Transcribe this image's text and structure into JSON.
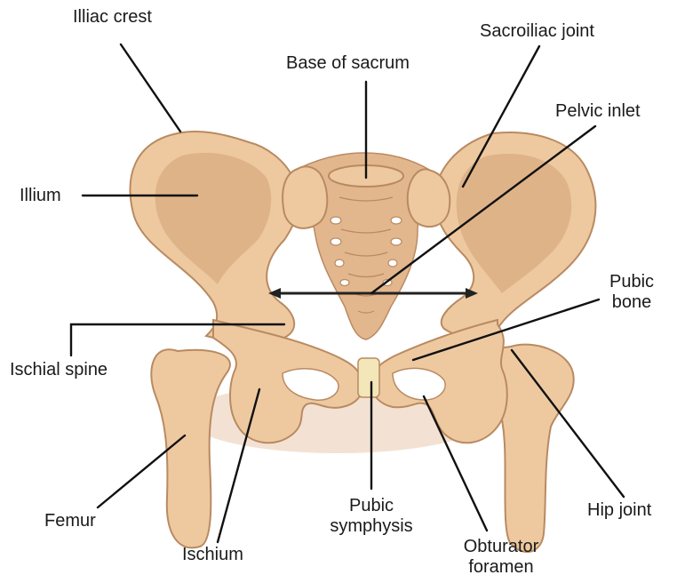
{
  "labels": {
    "illiac_crest": "Illiac crest",
    "base_of_sacrum": "Base of sacrum",
    "sacroiliac_joint": "Sacroiliac joint",
    "pelvic_inlet": "Pelvic inlet",
    "illium": "Illium",
    "pubic_bone_1": "Pubic",
    "pubic_bone_2": "bone",
    "ischial_spine": "Ischial spine",
    "femur": "Femur",
    "ischium": "Ischium",
    "pubic_symphysis_1": "Pubic",
    "pubic_symphysis_2": "symphysis",
    "obturator_foramen_1": "Obturator",
    "obturator_foramen_2": "foramen",
    "hip_joint": "Hip joint"
  },
  "colors": {
    "bone": "#eec9a0",
    "bone_outline": "#b98a62",
    "symphysis": "#f3e6b8",
    "leader_line": "#111111"
  }
}
